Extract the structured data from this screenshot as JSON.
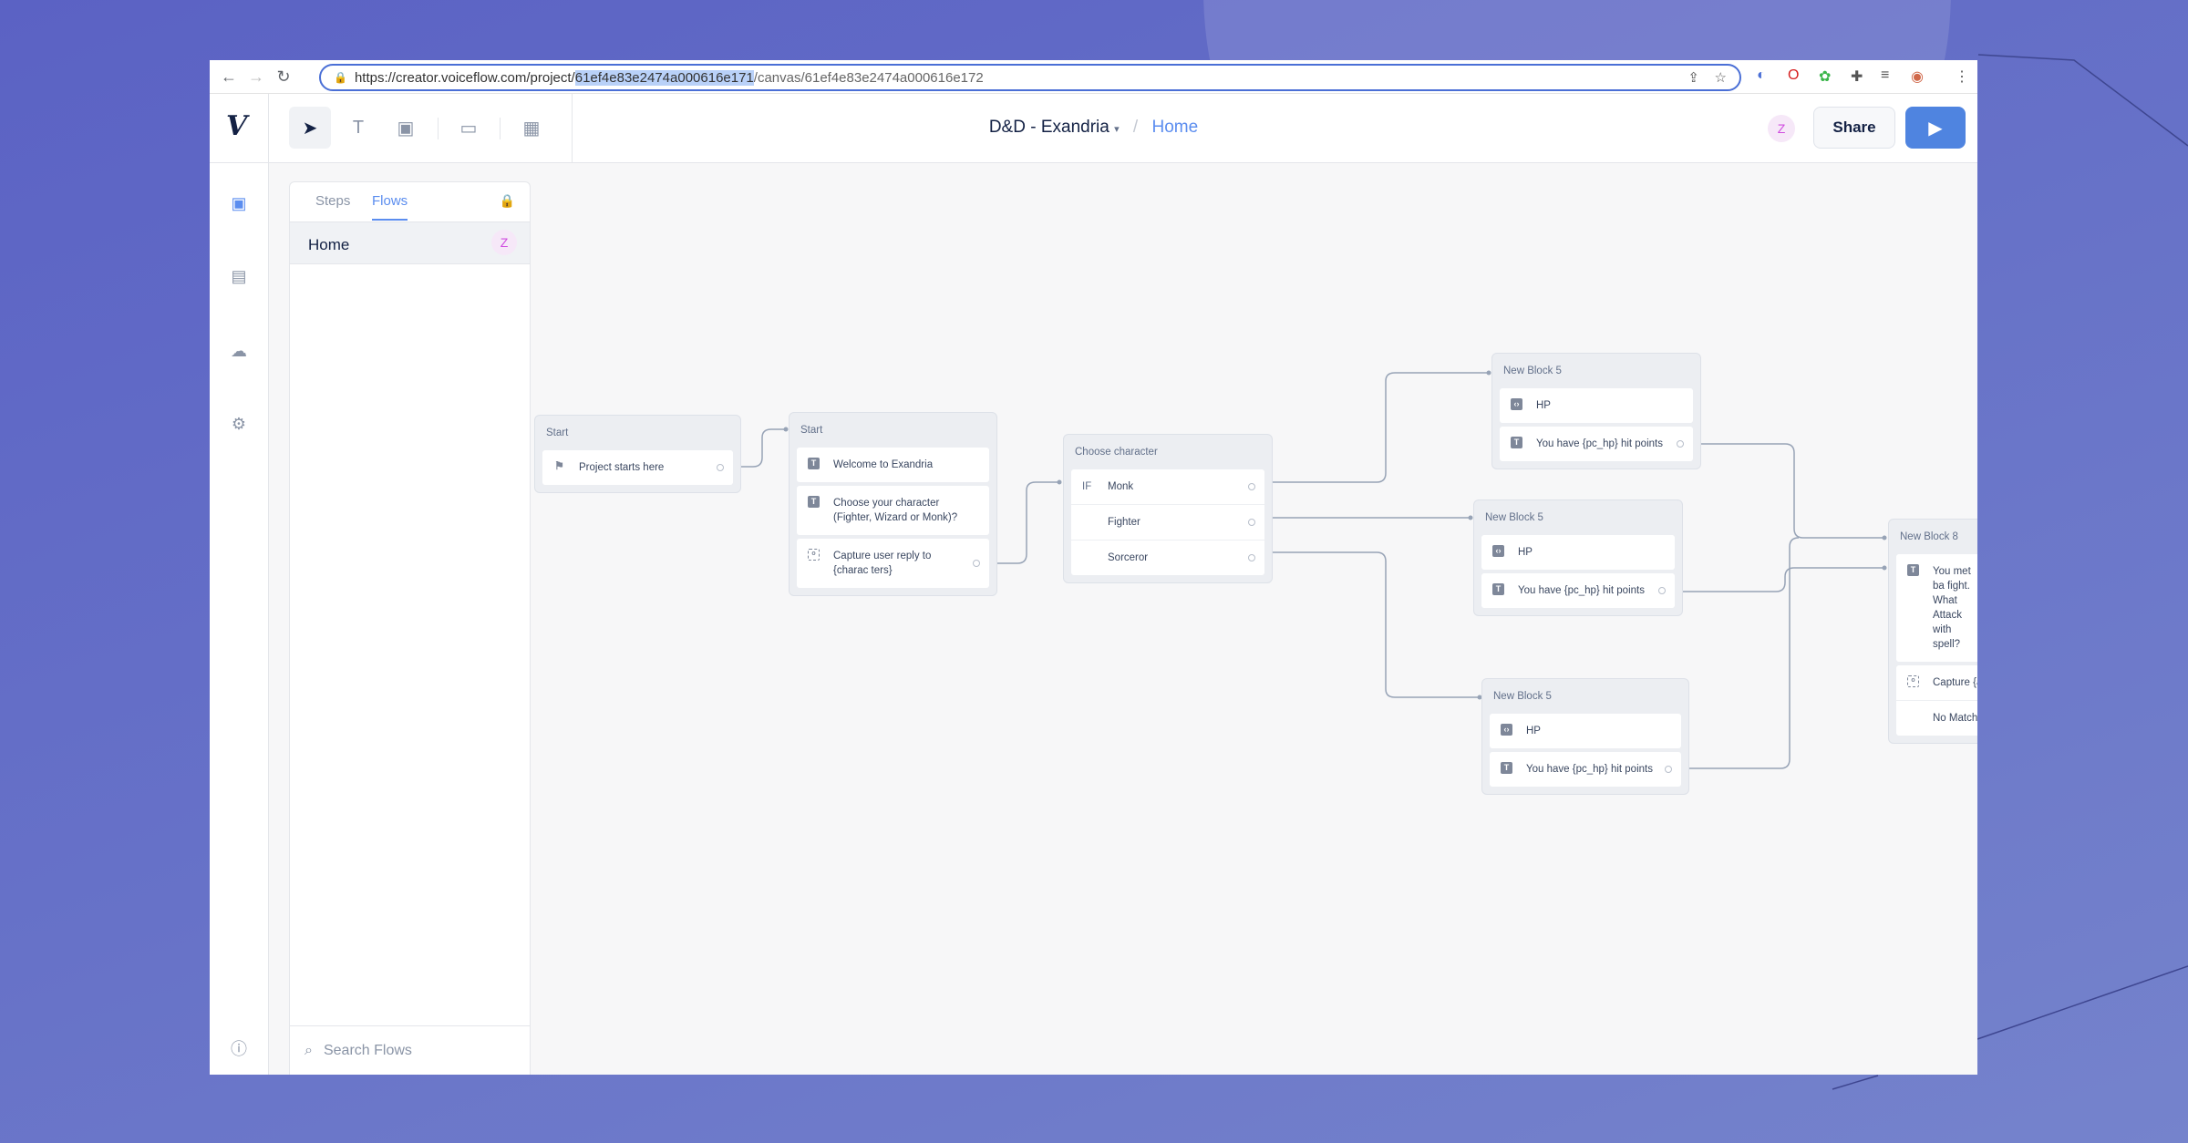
{
  "browser": {
    "url_prefix": "https://creator.voiceflow.com/project/",
    "url_selected": "61ef4e83e2474a000616e171",
    "url_suffix": "/canvas/61ef4e83e2474a000616e172"
  },
  "header": {
    "project_name": "D&D - Exandria",
    "breadcrumb": "Home",
    "avatar_initial": "Z",
    "share_label": "Share",
    "accent_color": "#4f84e0"
  },
  "panel": {
    "tabs": [
      {
        "label": "Steps"
      },
      {
        "label": "Flows"
      }
    ],
    "active_tab": "Flows",
    "flows": [
      {
        "name": "Home",
        "avatar": "Z"
      }
    ],
    "search_placeholder": "Search Flows"
  },
  "canvas": {
    "nodes": [
      {
        "title": "Start",
        "steps": [
          "Project starts here"
        ]
      },
      {
        "title": "Start",
        "steps": [
          "Welcome to Exandria",
          "Choose your character (Fighter, Wizard or Monk)?",
          "Capture user reply to {charac ters}"
        ]
      },
      {
        "title": "Choose character",
        "if_label": "IF",
        "conditions": [
          "Monk",
          "Fighter",
          "Sorceror"
        ]
      },
      {
        "title": "New Block 5",
        "steps": [
          "HP",
          "You have {pc_hp} hit points"
        ]
      },
      {
        "title": "New Block 5",
        "steps": [
          "HP",
          "You have {pc_hp} hit points"
        ]
      },
      {
        "title": "New Block 5",
        "steps": [
          "HP",
          "You have {pc_hp} hit points"
        ]
      },
      {
        "title": "New Block 8",
        "steps": [
          "You met ba fight. What Attack with spell?",
          "Capture {a",
          "No Match"
        ]
      }
    ]
  }
}
